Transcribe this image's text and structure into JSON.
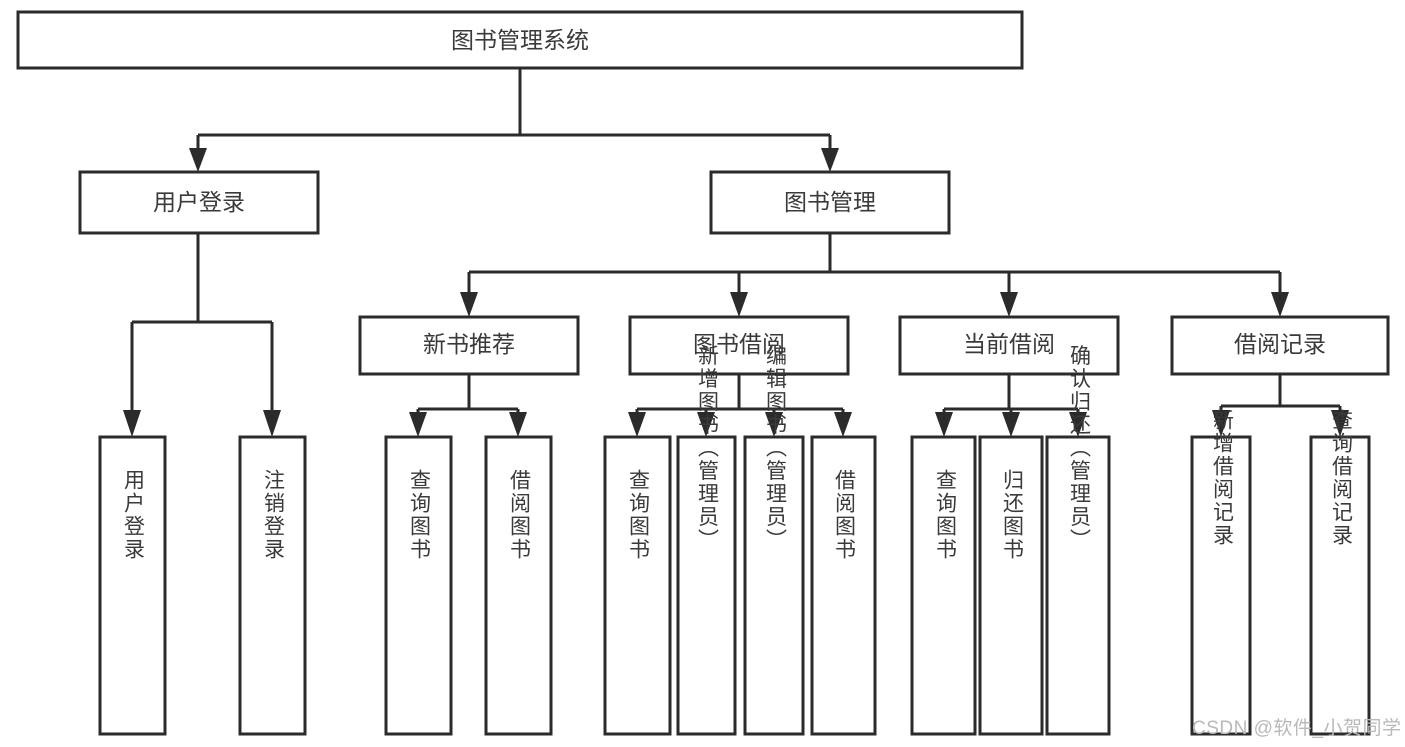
{
  "diagram": {
    "type": "tree",
    "title": "图书管理系统",
    "root": {
      "id": "root",
      "label": "图书管理系统",
      "level": 0
    },
    "level1": [
      {
        "id": "user-login",
        "label": "用户登录"
      },
      {
        "id": "book-manage",
        "label": "图书管理"
      }
    ],
    "level2": [
      {
        "id": "new-book-rec",
        "label": "新书推荐",
        "parent": "book-manage"
      },
      {
        "id": "book-borrow",
        "label": "图书借阅",
        "parent": "book-manage"
      },
      {
        "id": "current-borrow",
        "label": "当前借阅",
        "parent": "book-manage"
      },
      {
        "id": "borrow-record",
        "label": "借阅记录",
        "parent": "book-manage"
      }
    ],
    "leaves": [
      {
        "id": "leaf-user-login",
        "label": "用户登录",
        "parent": "user-login"
      },
      {
        "id": "leaf-logout",
        "label": "注销登录",
        "parent": "user-login"
      },
      {
        "id": "leaf-query-book-1",
        "label": "查询图书",
        "parent": "new-book-rec"
      },
      {
        "id": "leaf-borrow-book-1",
        "label": "借阅图书",
        "parent": "new-book-rec"
      },
      {
        "id": "leaf-query-book-2",
        "label": "查询图书",
        "parent": "book-borrow"
      },
      {
        "id": "leaf-add-book",
        "label": "新增图书（管理员）",
        "parent": "book-borrow"
      },
      {
        "id": "leaf-edit-book",
        "label": "编辑图书（管理员）",
        "parent": "book-borrow"
      },
      {
        "id": "leaf-borrow-book-2",
        "label": "借阅图书",
        "parent": "book-borrow"
      },
      {
        "id": "leaf-query-book-3",
        "label": "查询图书",
        "parent": "current-borrow"
      },
      {
        "id": "leaf-return-book",
        "label": "归还图书",
        "parent": "current-borrow"
      },
      {
        "id": "leaf-confirm-return",
        "label": "确认归还（管理员）",
        "parent": "current-borrow"
      },
      {
        "id": "leaf-add-record",
        "label": "新增借阅记录",
        "parent": "borrow-record"
      },
      {
        "id": "leaf-query-record",
        "label": "查询借阅记录",
        "parent": "borrow-record"
      }
    ]
  },
  "watermark": {
    "text": "CSDN @软件_小贺同学"
  },
  "colors": {
    "stroke": "#2b2b2b",
    "fill": "#ffffff",
    "text": "#3a3a3a",
    "watermark": "#b9b9b9"
  }
}
